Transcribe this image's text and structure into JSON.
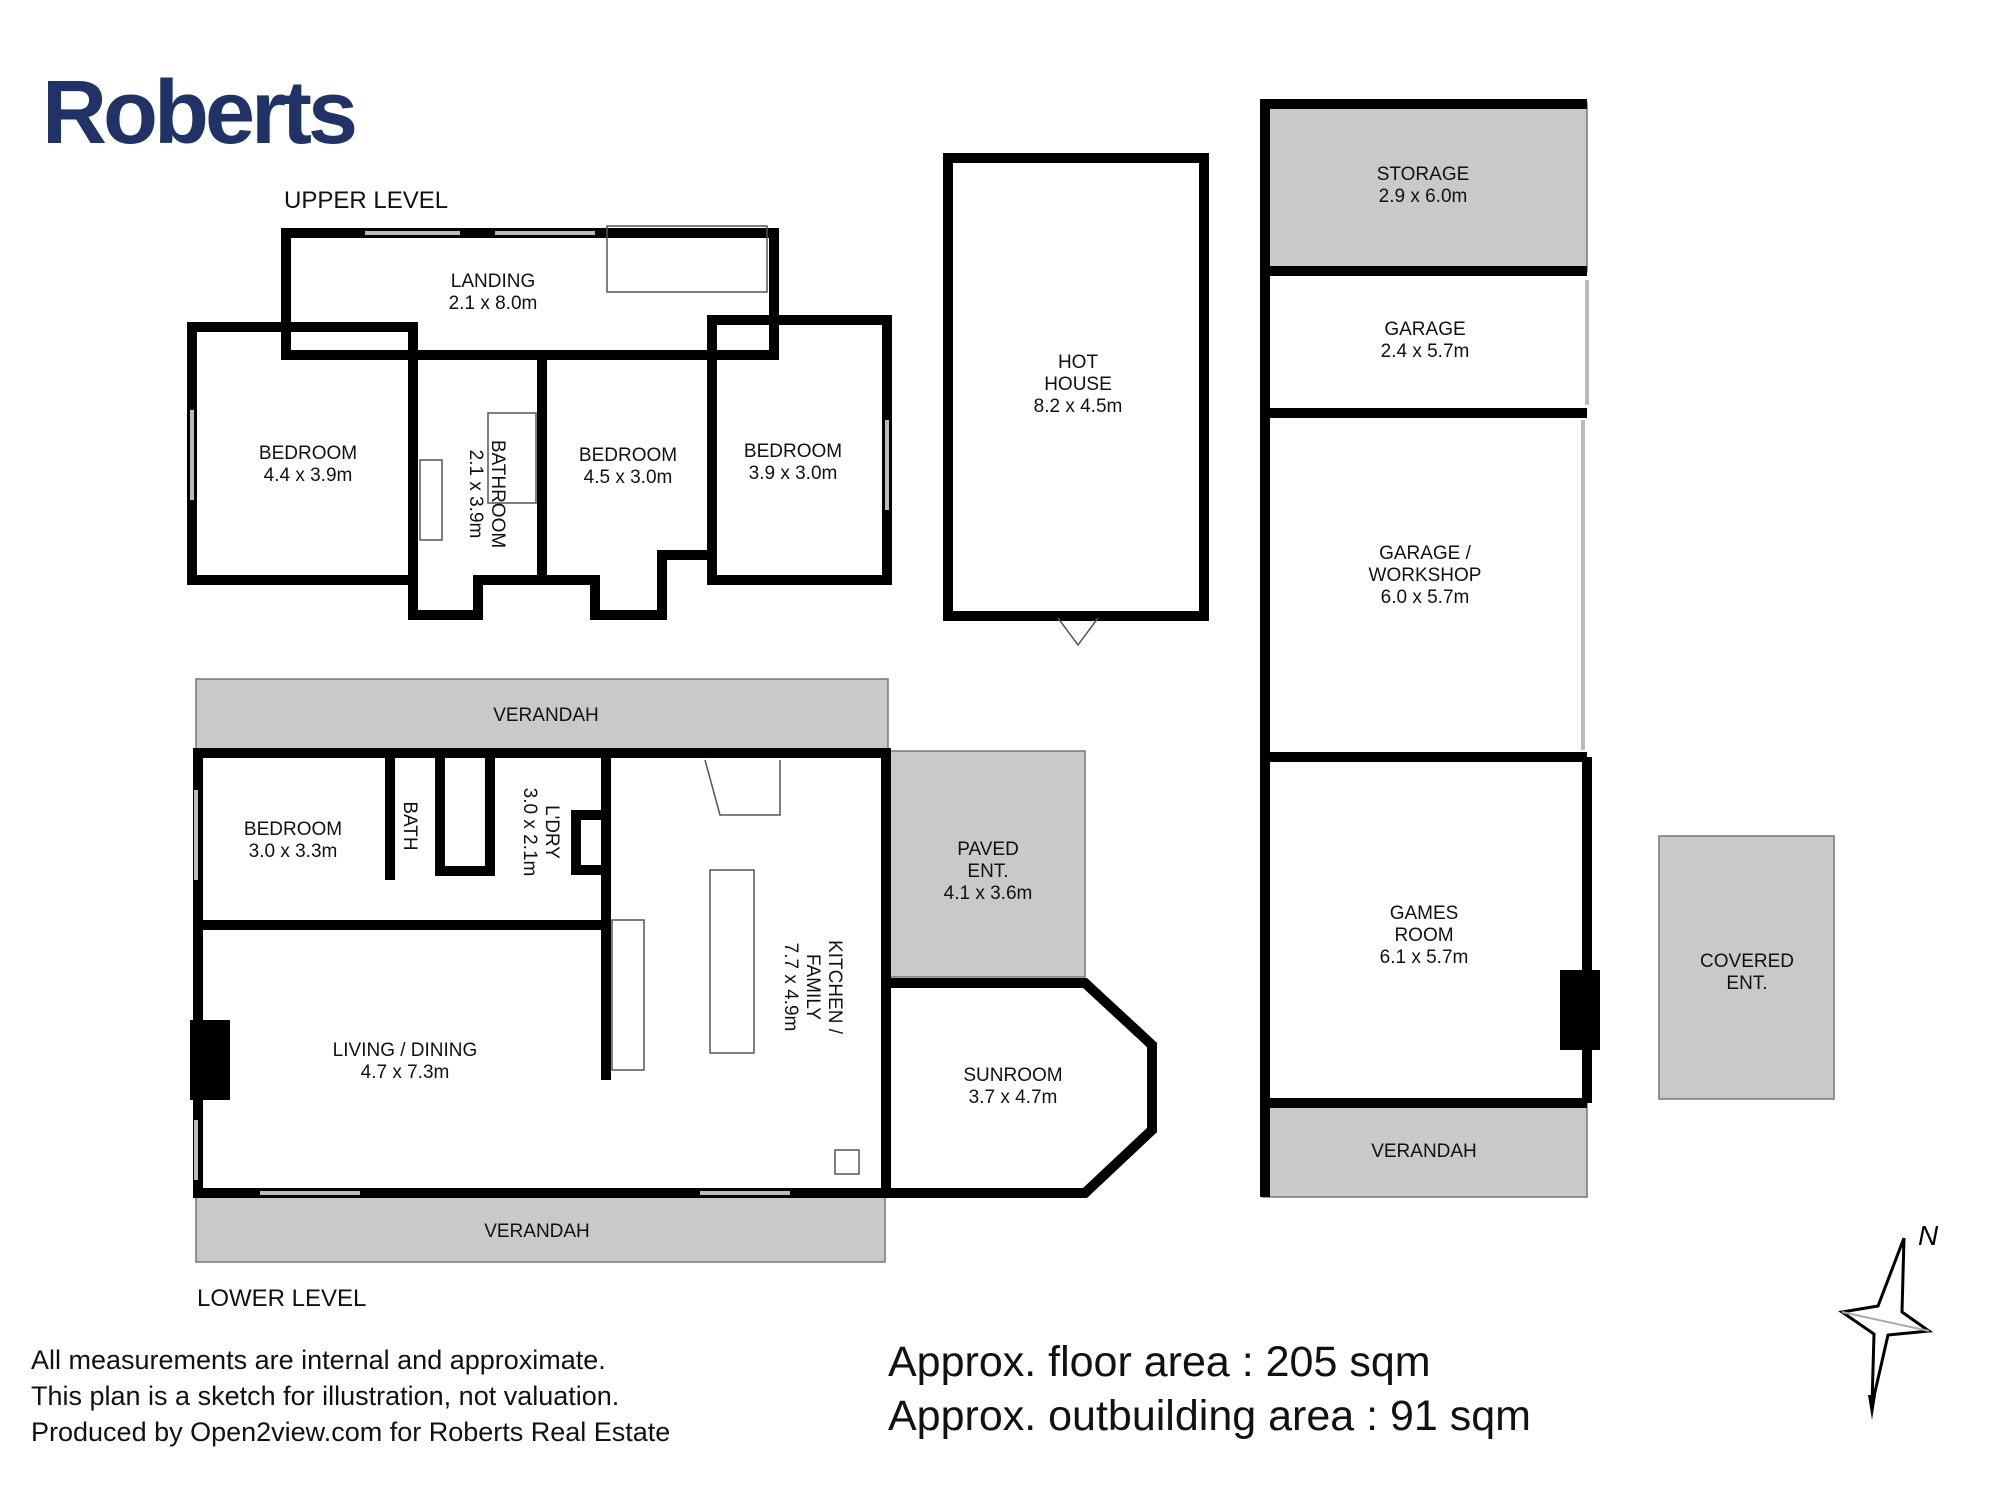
{
  "brand": {
    "logo_text": "Roberts",
    "color": "#1f3368"
  },
  "levels": {
    "upper": "UPPER LEVEL",
    "lower": "LOWER LEVEL"
  },
  "rooms": {
    "landing": [
      "LANDING",
      "2.1 x 8.0m"
    ],
    "bedroom_upper_1": [
      "BEDROOM",
      "4.4 x 3.9m"
    ],
    "bathroom_upper": [
      "BATHROOM",
      "2.1 x 3.9m"
    ],
    "bedroom_upper_2": [
      "BEDROOM",
      "4.5 x 3.0m"
    ],
    "bedroom_upper_3": [
      "BEDROOM",
      "3.9 x 3.0m"
    ],
    "hot_house": [
      "HOT",
      "HOUSE",
      "8.2 x 4.5m"
    ],
    "storage": [
      "STORAGE",
      "2.9 x 6.0m"
    ],
    "garage": [
      "GARAGE",
      "2.4 x 5.7m"
    ],
    "garage_workshop": [
      "GARAGE /",
      "WORKSHOP",
      "6.0 x 5.7m"
    ],
    "games_room": [
      "GAMES",
      "ROOM",
      "6.1 x 5.7m"
    ],
    "verandah_outbuilding": [
      "VERANDAH"
    ],
    "covered_ent": [
      "COVERED",
      "ENT."
    ],
    "verandah_top": [
      "VERANDAH"
    ],
    "bedroom_lower": [
      "BEDROOM",
      "3.0 x 3.3m"
    ],
    "bath_lower": [
      "BATH"
    ],
    "laundry": [
      "L'DRY",
      "3.0 x 2.1m"
    ],
    "kitchen_family": [
      "KITCHEN /",
      "FAMILY",
      "7.7 x 4.9m"
    ],
    "living_dining": [
      "LIVING / DINING",
      "4.7 x 7.3m"
    ],
    "paved_ent": [
      "PAVED",
      "ENT.",
      "4.1 x 3.6m"
    ],
    "sunroom": [
      "SUNROOM",
      "3.7 x 4.7m"
    ],
    "verandah_bottom": [
      "VERANDAH"
    ]
  },
  "disclaimer": [
    "All measurements are internal and approximate.",
    "This plan is a sketch for illustration, not valuation.",
    "Produced by Open2view.com for Roberts Real Estate"
  ],
  "areas": {
    "floor": "Approx. floor area : 205 sqm",
    "outbuilding": "Approx. outbuilding area : 91 sqm"
  },
  "compass": {
    "label": "N",
    "icon": "north-arrow-icon"
  }
}
